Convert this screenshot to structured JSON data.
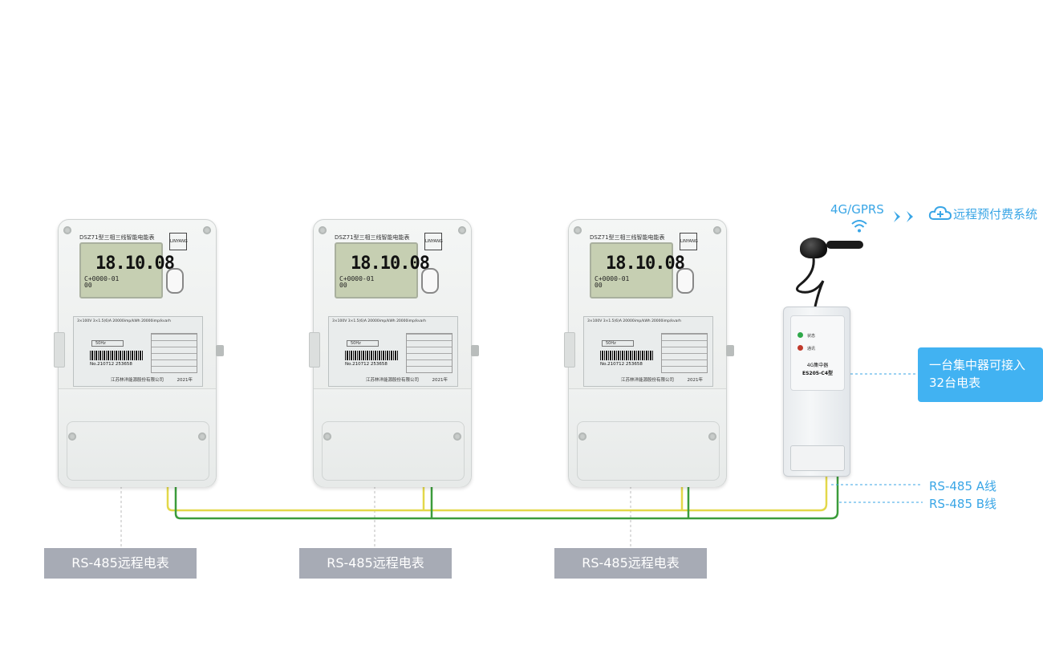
{
  "meters": [
    {
      "model_title": "DSZ71型三相三线智能电能表",
      "display_value": "18.10.08",
      "spec_line": "3×100V 3×1.5(6)A 20000imp/kWh 20000imp/kvarh",
      "frequency": "50Hz",
      "serial_number": "No.210712 253658",
      "manufacturer": "江苏林洋能源股份有限公司",
      "year": "2021年",
      "caption": "RS-485远程电表"
    },
    {
      "model_title": "DSZ71型三相三线智能电能表",
      "display_value": "18.10.08",
      "spec_line": "3×100V 3×1.5(6)A 20000imp/kWh 20000imp/kvarh",
      "frequency": "50Hz",
      "serial_number": "No.210712 253658",
      "manufacturer": "江苏林洋能源股份有限公司",
      "year": "2021年",
      "caption": "RS-485远程电表"
    },
    {
      "model_title": "DSZ71型三相三线智能电能表",
      "display_value": "18.10.08",
      "spec_line": "3×100V 3×1.5(6)A 20000imp/kWh 20000imp/kvarh",
      "frequency": "50Hz",
      "serial_number": "No.210712 253658",
      "manufacturer": "江苏林洋能源股份有限公司",
      "year": "2021年",
      "caption": "RS-485远程电表"
    }
  ],
  "concentrator": {
    "led_status": "状态",
    "led_comm": "通讯",
    "model_name": "4G集中器",
    "model_code": "ES205-C4型"
  },
  "network": {
    "protocol": "4G/GPRS",
    "system_name": "远程预付费系统"
  },
  "callout": {
    "line1": "一台集中器可接入",
    "line2": "32台电表"
  },
  "bus_labels": {
    "line_a": "RS-485 A线",
    "line_b": "RS-485 B线"
  },
  "colors": {
    "accent": "#3aa6e6",
    "callout_bg": "#41b2f2",
    "caption_bg": "#a7abb5",
    "wire_a": "#e3d84a",
    "wire_b": "#3b9c3b"
  }
}
